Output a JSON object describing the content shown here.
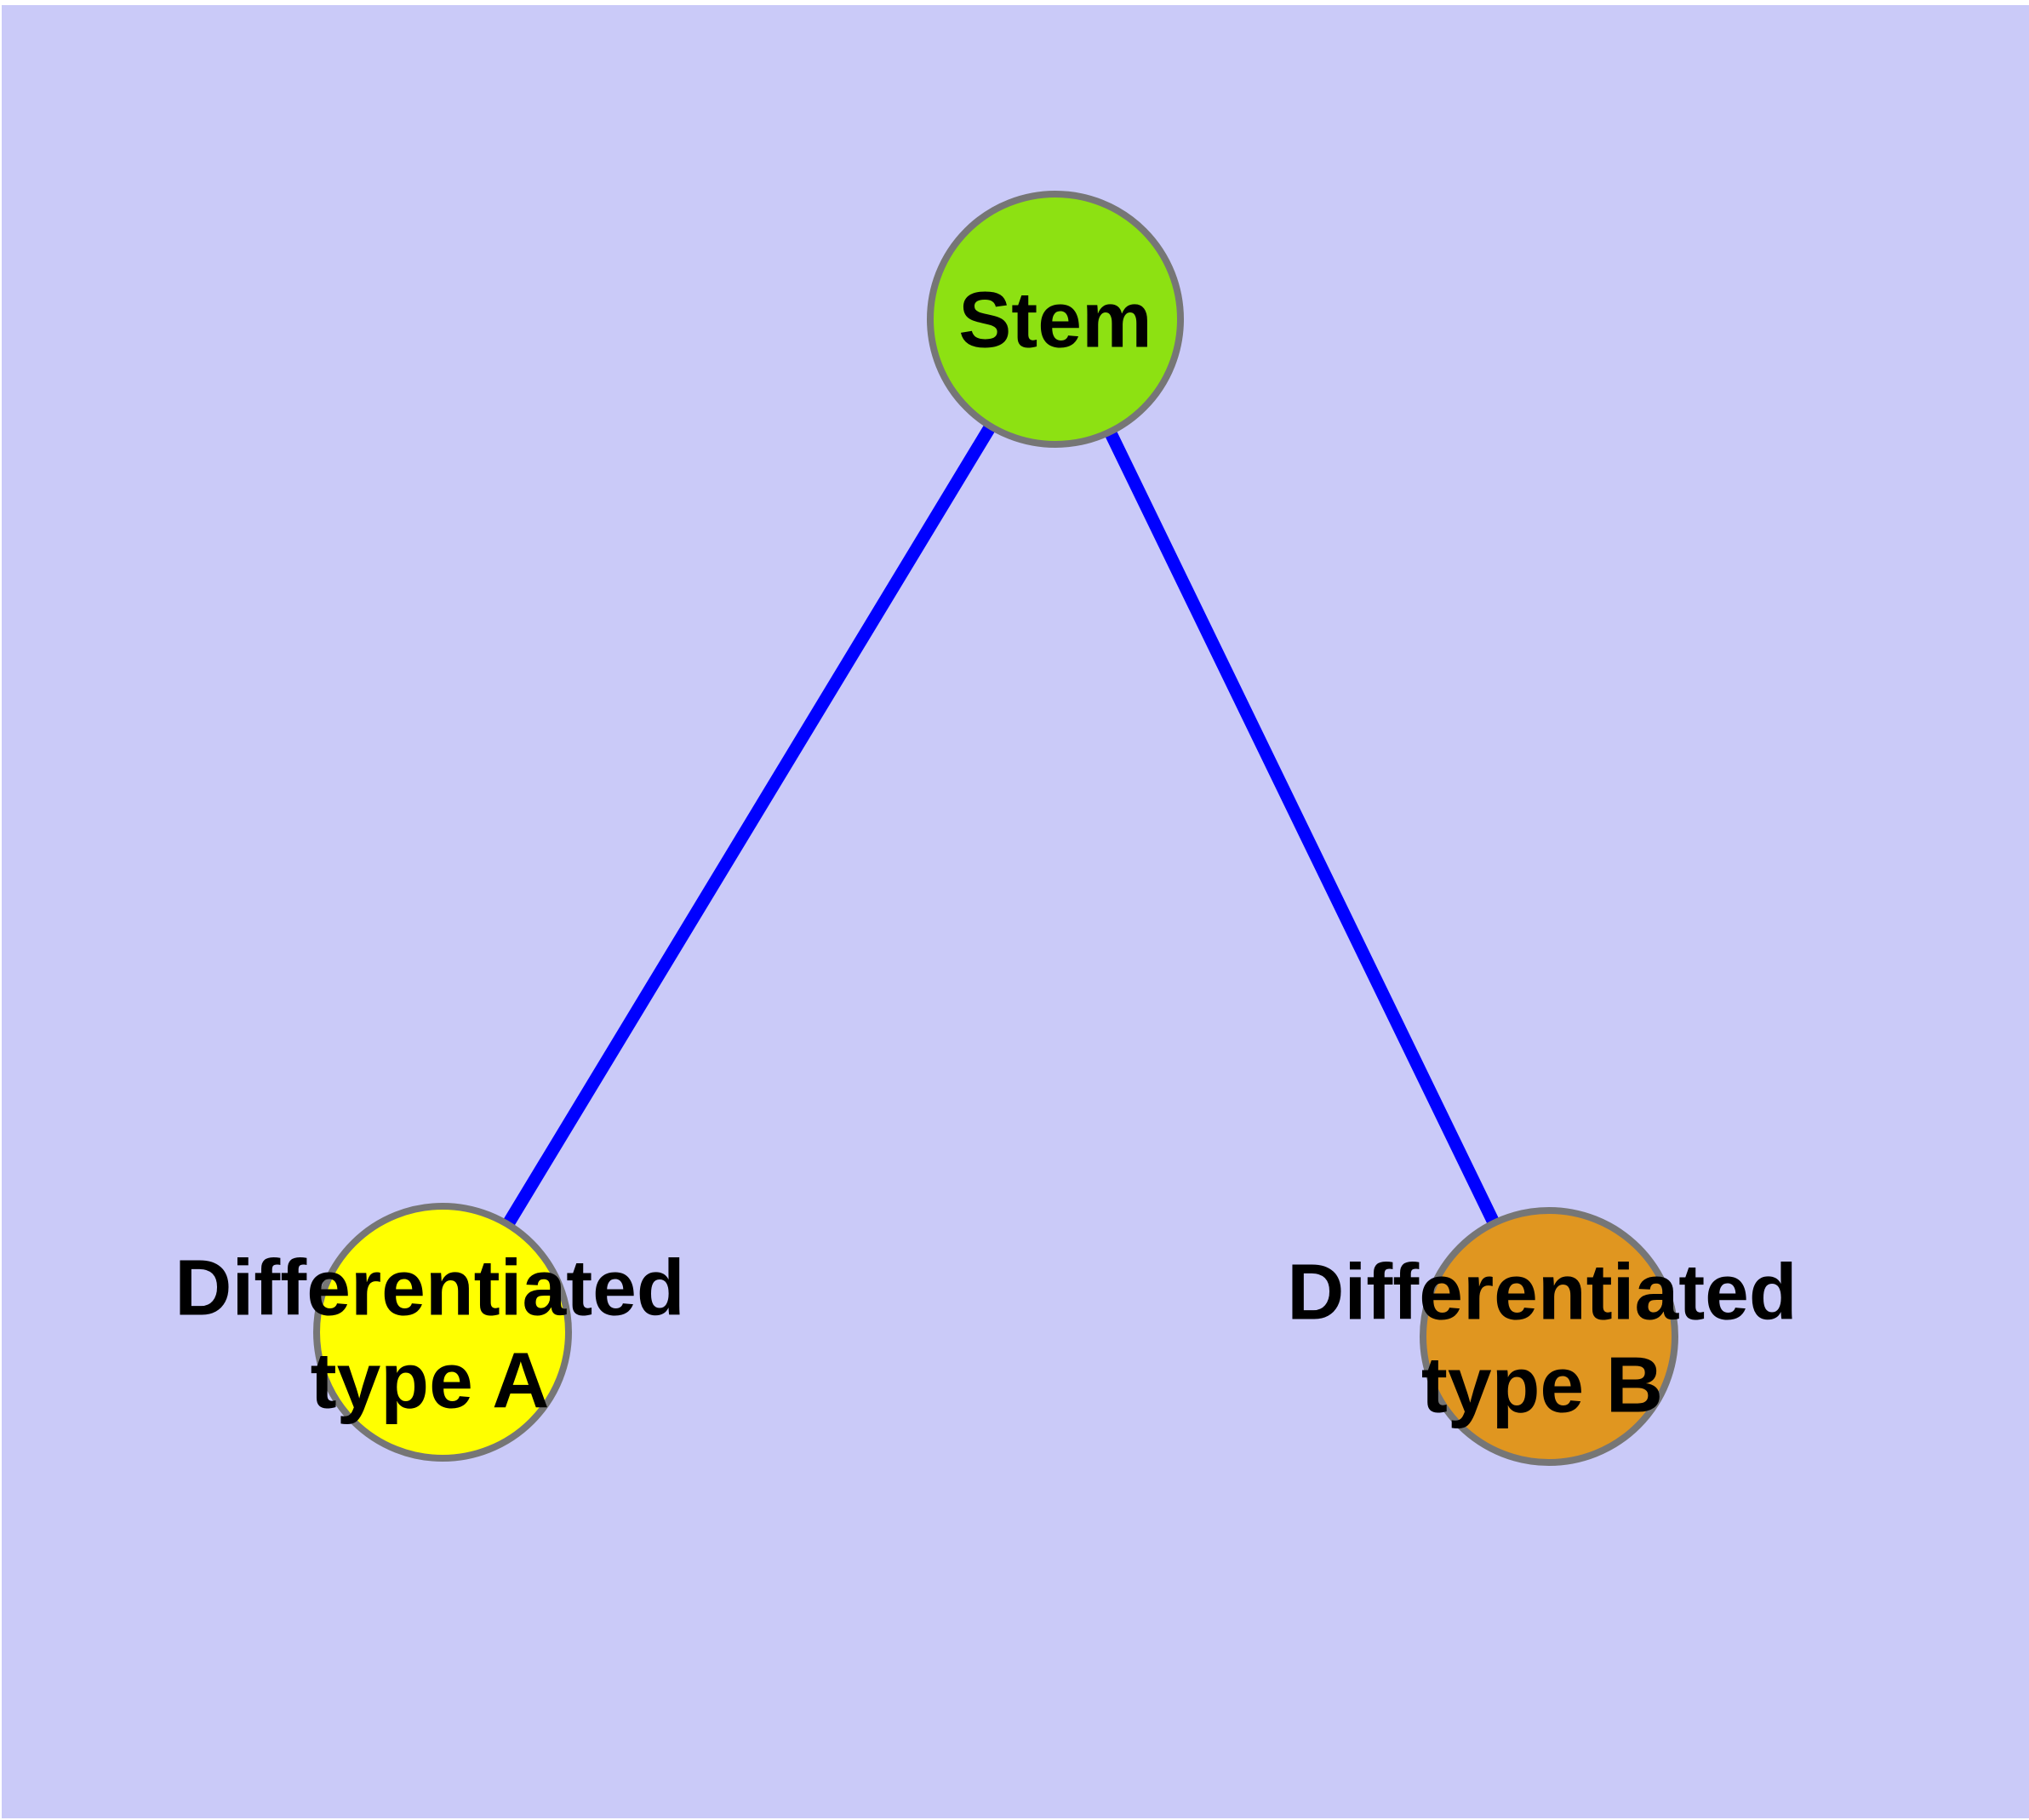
{
  "diagram": {
    "background_color": "#cacaf8",
    "margin_color": "#ffffff",
    "edge_color": "#0000ff",
    "node_border_color": "#767676",
    "label_color": "#000000",
    "nodes": [
      {
        "id": "stem",
        "label": "Stem",
        "fill": "#8de112"
      },
      {
        "id": "differentiated-type-a",
        "label_line1": "Differentiated",
        "label_line2": "type A",
        "fill": "#ffff00"
      },
      {
        "id": "differentiated-type-b",
        "label_line1": "Differentiated",
        "label_line2": "type B",
        "fill": "#e09620"
      }
    ],
    "edges": [
      {
        "from": "Stem",
        "to": "Differentiated type A"
      },
      {
        "from": "Stem",
        "to": "Differentiated type B"
      }
    ]
  }
}
